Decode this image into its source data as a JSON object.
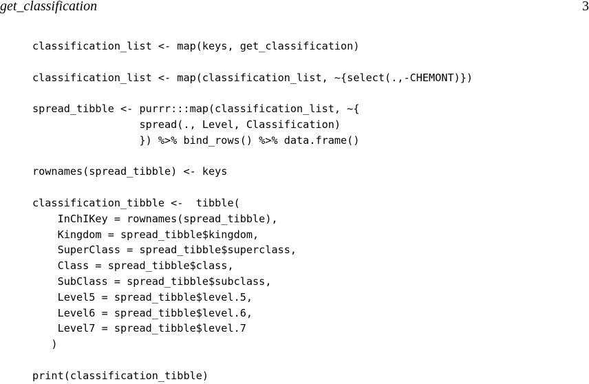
{
  "header": {
    "title": "get_classification",
    "page_number": "3"
  },
  "code": {
    "language": "R",
    "lines": [
      "classification_list <- map(keys, get_classification)",
      "",
      "classification_list <- map(classification_list, ~{select(.,-CHEMONT)})",
      "",
      "spread_tibble <- purrr:::map(classification_list, ~{",
      "                 spread(., Level, Classification)",
      "                 }) %>% bind_rows() %>% data.frame()",
      "",
      "rownames(spread_tibble) <- keys",
      "",
      "classification_tibble <-  tibble(",
      "    InChIKey = rownames(spread_tibble),",
      "    Kingdom = spread_tibble$kingdom,",
      "    SuperClass = spread_tibble$superclass,",
      "    Class = spread_tibble$class,",
      "    SubClass = spread_tibble$subclass,",
      "    Level5 = spread_tibble$level.5,",
      "    Level6 = spread_tibble$level.6,",
      "    Level7 = spread_tibble$level.7",
      "   )",
      "",
      "print(classification_tibble)"
    ]
  }
}
